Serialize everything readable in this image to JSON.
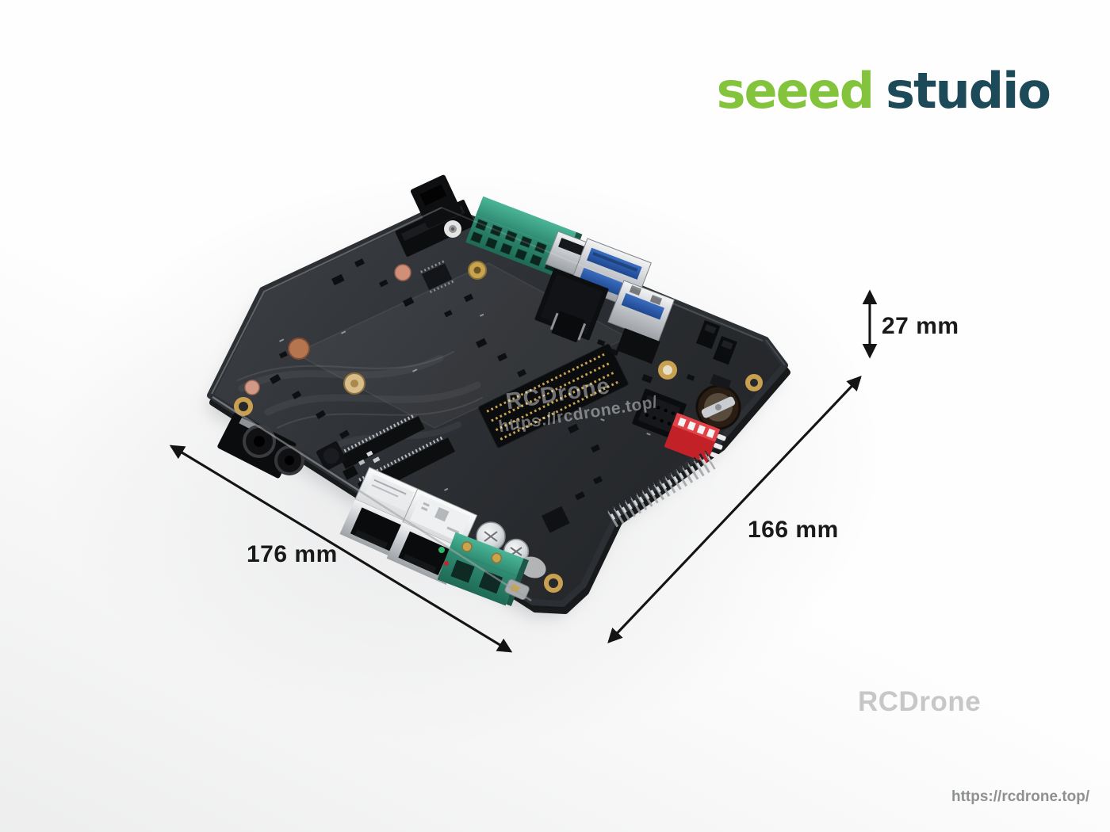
{
  "theme": {
    "seeed-green": "#84C43C",
    "studio-teal": "#1C4A59",
    "arrow-color": "#141414",
    "label-color": "#1A1A1A",
    "corner-wm-color": "#C7C7C7",
    "footer-url-color": "#8F9092",
    "board-wm-color": "rgba(255,255,255,0.42)"
  },
  "brand": {
    "seeed": "seeed",
    "studio": "studio"
  },
  "dimensions": {
    "width_label": "176 mm",
    "depth_label": "166 mm",
    "height_label": "27 mm"
  },
  "watermark": {
    "board_title": "RCDrone",
    "board_url": "https://rcdrone.top/",
    "corner_text": "RCDrone",
    "footer_url": "https://rcdrone.top/"
  },
  "board": {
    "description": "dark carrier board PCB photographed at an angle on white background",
    "base_color": "#2C2F33",
    "components": [
      {
        "name": "screw-terminal-block-12pin",
        "color": "#2F8C72"
      },
      {
        "name": "dc-input-connector",
        "color": "#0C0D0F"
      },
      {
        "name": "usb3-dual-port",
        "color": "#C9CCD0",
        "accent": "#2A57A5"
      },
      {
        "name": "usb3-single-port",
        "color": "#C9CCD0",
        "accent": "#2A57A5"
      },
      {
        "name": "rj45-ethernet-port-left",
        "color": "#D9DBDD"
      },
      {
        "name": "rj45-ethernet-port-right",
        "color": "#D9DBDD",
        "label_sticker": "#EFF0F1"
      },
      {
        "name": "power-screw-terminal-2pin",
        "color": "#35A085"
      },
      {
        "name": "electrolytic-capacitor-pair",
        "color": "#C9CCD0"
      },
      {
        "name": "dip-switch-4pos",
        "color": "#C22128"
      },
      {
        "name": "coin-cell-battery-holder",
        "color": "#2A1D14"
      },
      {
        "name": "idc-box-header",
        "color": "#0B0C0E"
      },
      {
        "name": "gpio-pin-header-row",
        "color": "#CFD2D6"
      },
      {
        "name": "board-to-board-connector",
        "color": "#0B0C0E",
        "pins": "#C9A44F"
      },
      {
        "name": "audio-jack-pair",
        "color": "#141416"
      },
      {
        "name": "jumper-block-pair",
        "color": "#0B0C0E"
      },
      {
        "name": "mounting-holes",
        "color": "#C9A050"
      }
    ]
  }
}
